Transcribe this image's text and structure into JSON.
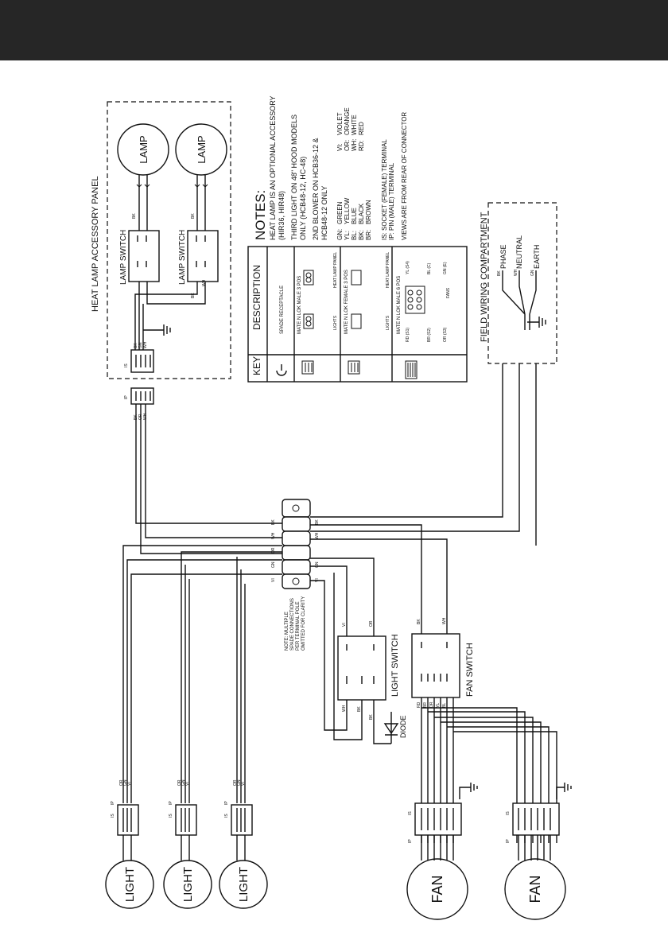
{
  "texts": {
    "heat_lamp_panel": "HEAT LAMP ACCESSORY PANEL",
    "lamp": "LAMP",
    "lamp_switch": "LAMP SWITCH",
    "notes_title": "NOTES:",
    "note1a": "HEAT LAMP IS AN OPTIONAL ACCESSORY",
    "note1b": "(HIR36, HIR48)",
    "note2a": "THIRD LIGHT ON 48\" HOOD MODELS",
    "note2b": "ONLY (HCB48-12, HC-48)",
    "note3a": "2ND BLOWER ON HCB36-12  &",
    "note3b": "HCB48-12 ONLY",
    "key": "KEY",
    "description": "DESCRIPTION",
    "spade": "SPADE RECEPTACLE",
    "mnl_male3": "MATE N LOK MALE 3 POS",
    "mnl_female3": "MATE N LOK FEMALE 3 POS",
    "mnl_male6": "MATE N LOK MALE 6 POS",
    "heat_lamp_panel_small": "HEAT LAMP PANEL",
    "lights_small": "LIGHTS",
    "fans_small": "FANS",
    "field_wiring": "FIELD WIRING COMPARTMENT",
    "phase": "PHASE",
    "neutral": "NEUTRAL",
    "earth": "EARTH",
    "light_switch": "LIGHT SWITCH",
    "fan_switch": "FAN SWITCH",
    "diode": "DIODE",
    "spade_note1": "NOTE: MULTIPLE",
    "spade_note2": "SPADE CONNECTIONS",
    "spade_note3": "PER TERMINAL POLE",
    "spade_note4": "OMITTED FOR CLARITY",
    "light": "LIGHT",
    "fan": "FAN",
    "is": "IS",
    "ip": "IP"
  },
  "color_codes": [
    {
      "code": "GN:",
      "name": "GREEN"
    },
    {
      "code": "YL:",
      "name": "YELLOW"
    },
    {
      "code": "BL:",
      "name": "BLUE"
    },
    {
      "code": "BK:",
      "name": "BLACK"
    },
    {
      "code": "BR:",
      "name": "BROWN"
    },
    {
      "code": "VI:",
      "name": "VIOLET"
    },
    {
      "code": "OR:",
      "name": "ORANGE"
    },
    {
      "code": "WH:",
      "name": "WHITE"
    },
    {
      "code": "RD:",
      "name": "RED"
    }
  ],
  "terminal_notes": [
    "IS: SOCKET (FEMALE) TERMINAL",
    "IP: PIN (MALE) TERMINAL",
    "VIEWS ARE FROM REAR OF CONNECTOR"
  ],
  "wire_labels": {
    "bk": "BK",
    "wh": "WH",
    "gn": "GN",
    "or": "OR",
    "vi": "VI",
    "rd": "RD",
    "br": "BR",
    "yl": "YL",
    "bl": "BL"
  },
  "fan_pins": {
    "s1": "RD (S1)",
    "s2": "BR (S2)",
    "s3": "OR (S3)",
    "s4": "YL (S4)",
    "c": "BL (C)",
    "e": "GN (E)"
  },
  "colors": {
    "topbar": "#262626",
    "ink": "#111111",
    "paper": "#ffffff"
  }
}
